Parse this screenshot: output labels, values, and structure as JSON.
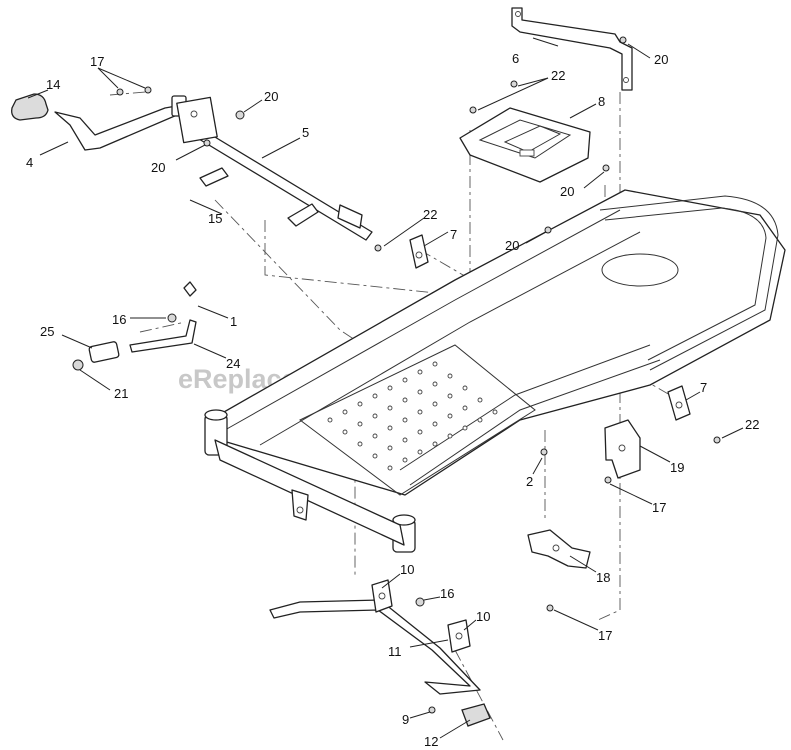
{
  "watermark": "eReplacementParts.com",
  "callouts": {
    "c1": "1",
    "c2": "2",
    "c4": "4",
    "c5": "5",
    "c6": "6",
    "c7a": "7",
    "c7b": "7",
    "c8": "8",
    "c9": "9",
    "c10a": "10",
    "c10b": "10",
    "c11": "11",
    "c12": "12",
    "c14": "14",
    "c15": "15",
    "c16a": "16",
    "c16b": "16",
    "c17a": "17",
    "c17b": "17",
    "c17c": "17",
    "c18": "18",
    "c19": "19",
    "c20a": "20",
    "c20b": "20",
    "c20c": "20",
    "c20d": "20",
    "c20e": "20",
    "c21": "21",
    "c22a": "22",
    "c22b": "22",
    "c22c": "22",
    "c24": "24",
    "c25": "25"
  }
}
